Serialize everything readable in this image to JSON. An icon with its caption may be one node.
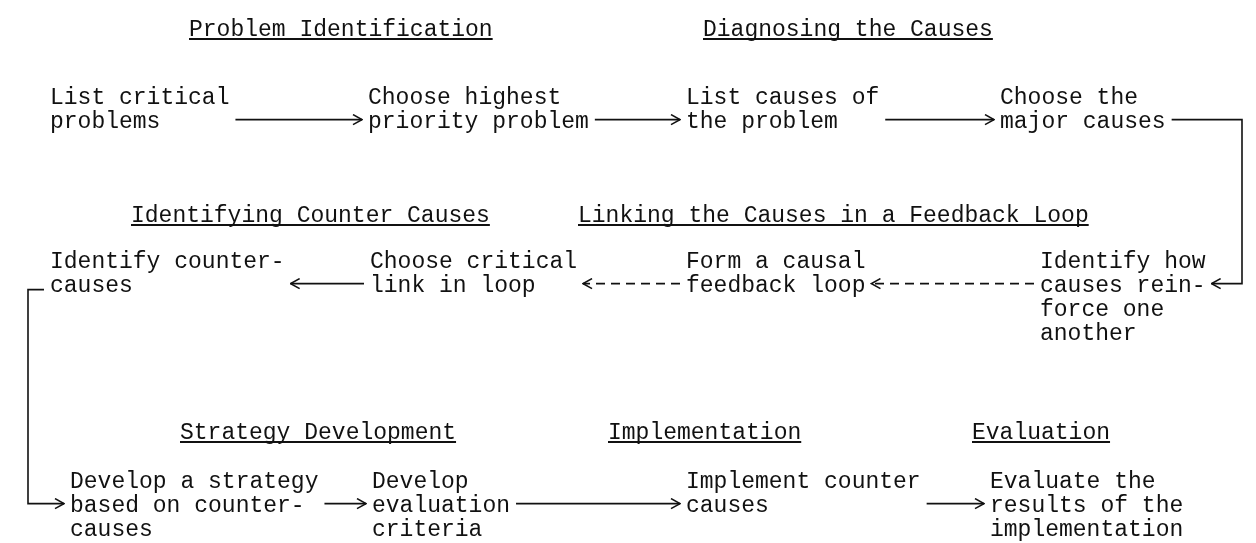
{
  "diagram": {
    "nodes": [
      {
        "text": [
          "List critical problems"
        ]
      },
      {
        "text": [
          "Choose highest priority problem"
        ]
      },
      {
        "text": [
          "List causes of the problem"
        ]
      },
      {
        "text": [
          "Choose the major causes"
        ]
      },
      {
        "text": [
          "Identify how causes rein- force one another"
        ]
      },
      {
        "text": [
          "Form a causal feedback loop"
        ]
      },
      {
        "text": [
          "Choose critical link in loop"
        ]
      },
      {
        "text": [
          "Identify counter- causes"
        ]
      },
      {
        "text": [
          "Develop a strategy based on counter- causes"
        ]
      },
      {
        "text": [
          "Develop evaluation criteria"
        ]
      },
      {
        "text": [
          "Implement counter causes"
        ]
      },
      {
        "text": [
          "Evaluate the results of the implementation"
        ]
      }
    ],
    "edges": [
      {
        "from": 0,
        "to": 1,
        "arrow": "to"
      },
      {
        "from": 1,
        "to": 2,
        "arrow": "to"
      },
      {
        "from": 2,
        "to": 3,
        "arrow": "to"
      },
      {
        "from": 3,
        "to": 4,
        "arrow": "to"
      },
      {
        "from": 4,
        "to": 5,
        "arrow": "to",
        "style": "dashed"
      },
      {
        "from": 5,
        "to": 6,
        "arrow": "to",
        "style": "dashed"
      },
      {
        "from": 6,
        "to": 7,
        "arrow": "to"
      },
      {
        "from": 7,
        "to": 8,
        "arrow": "to"
      },
      {
        "from": 8,
        "to": 9,
        "arrow": "to"
      },
      {
        "from": 9,
        "to": 10,
        "arrow": "to"
      },
      {
        "from": 10,
        "to": 11,
        "arrow": "to"
      }
    ],
    "labels": [
      "Problem Identification",
      "Diagnosing the Causes",
      "Identifying Counter Causes",
      "Linking the Causes in a Feedback Loop",
      "Strategy Development",
      "Implementation",
      "Evaluation"
    ]
  }
}
